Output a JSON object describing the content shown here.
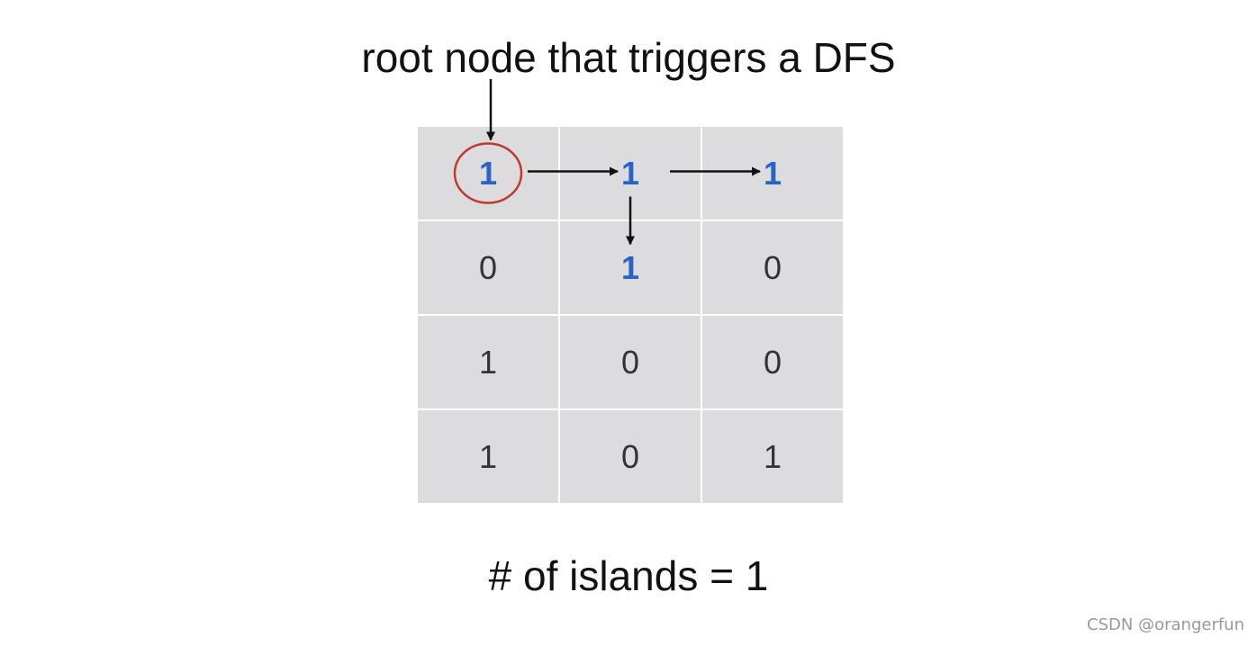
{
  "title": "root node that triggers a DFS",
  "grid": {
    "rows": [
      [
        {
          "value": "1",
          "visited": true
        },
        {
          "value": "1",
          "visited": true
        },
        {
          "value": "1",
          "visited": true
        }
      ],
      [
        {
          "value": "0",
          "visited": false
        },
        {
          "value": "1",
          "visited": true
        },
        {
          "value": "0",
          "visited": false
        }
      ],
      [
        {
          "value": "1",
          "visited": false
        },
        {
          "value": "0",
          "visited": false
        },
        {
          "value": "0",
          "visited": false
        }
      ],
      [
        {
          "value": "1",
          "visited": false
        },
        {
          "value": "0",
          "visited": false
        },
        {
          "value": "1",
          "visited": false
        }
      ]
    ],
    "root_cell": {
      "row": 0,
      "col": 0
    },
    "dfs_edges": [
      {
        "from": {
          "row": 0,
          "col": 0
        },
        "to": {
          "row": 0,
          "col": 1
        }
      },
      {
        "from": {
          "row": 0,
          "col": 1
        },
        "to": {
          "row": 0,
          "col": 2
        }
      },
      {
        "from": {
          "row": 0,
          "col": 1
        },
        "to": {
          "row": 1,
          "col": 1
        }
      }
    ]
  },
  "footer": "# of islands = 1",
  "watermark": "CSDN @orangerfun",
  "colors": {
    "cell_background": "#dcdcde",
    "visited_text": "#2a63c6",
    "normal_text": "#333333",
    "root_circle": "#c0392b",
    "arrow": "#111111"
  }
}
